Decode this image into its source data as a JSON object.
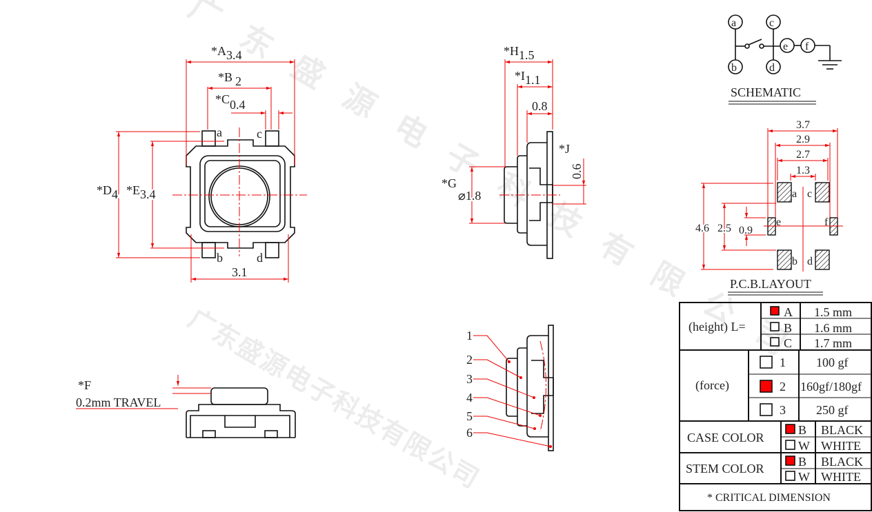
{
  "watermark": "广东盛源电子科技有限公司",
  "top_view": {
    "dims": {
      "A_label": "*A",
      "A": "3.4",
      "B_label": "*B",
      "B": "2",
      "C_label": "*C",
      "C": "0.4",
      "D_label": "*D",
      "D": "4",
      "E_label": "*E",
      "E": "3.4",
      "width": "3.1"
    },
    "pins": [
      "a",
      "b",
      "c",
      "d"
    ]
  },
  "side_view": {
    "dims": {
      "H_label": "*H",
      "H": "1.5",
      "I_label": "*I",
      "I": "1.1",
      "depth": "0.8",
      "J_label": "*J",
      "J": "0.6",
      "G_label": "*G",
      "G": "⌀1.8"
    }
  },
  "front_view": {
    "F_label": "*F",
    "travel": "0.2mm TRAVEL"
  },
  "section_view": {
    "parts": [
      "1",
      "2",
      "3",
      "4",
      "5",
      "6"
    ]
  },
  "schematic": {
    "title": "SCHEMATIC",
    "nodes": [
      "a",
      "b",
      "c",
      "d",
      "e",
      "f"
    ]
  },
  "pcb_layout": {
    "title": "P.C.B.LAYOUT",
    "dims": {
      "w1": "3.7",
      "w2": "2.9",
      "w3": "2.7",
      "w4": "1.3",
      "h1": "4.6",
      "h2": "2.5",
      "h3": "0.9"
    },
    "pads": [
      "a",
      "b",
      "c",
      "d",
      "e",
      "f"
    ]
  },
  "spec_table": {
    "height": {
      "label": "(height)  L=",
      "options": [
        {
          "code": "A",
          "value": "1.5 mm",
          "selected": true
        },
        {
          "code": "B",
          "value": "1.6 mm",
          "selected": false
        },
        {
          "code": "C",
          "value": "1.7 mm",
          "selected": false
        }
      ]
    },
    "force": {
      "label": "(force)",
      "options": [
        {
          "code": "1",
          "value": "100 gf",
          "selected": false
        },
        {
          "code": "2",
          "value": "160gf/180gf",
          "selected": true
        },
        {
          "code": "3",
          "value": "250 gf",
          "selected": false
        }
      ]
    },
    "case_color": {
      "label": "CASE  COLOR",
      "options": [
        {
          "code": "B",
          "value": "BLACK",
          "selected": true
        },
        {
          "code": "W",
          "value": "WHITE",
          "selected": false
        }
      ]
    },
    "stem_color": {
      "label": "STEM  COLOR",
      "options": [
        {
          "code": "B",
          "value": "BLACK",
          "selected": true
        },
        {
          "code": "W",
          "value": "WHITE",
          "selected": false
        }
      ]
    },
    "note": "* CRITICAL  DIMENSION"
  },
  "colors": {
    "dimension": "#ee0000",
    "selected": "#ff0000",
    "outline": "#111111"
  }
}
